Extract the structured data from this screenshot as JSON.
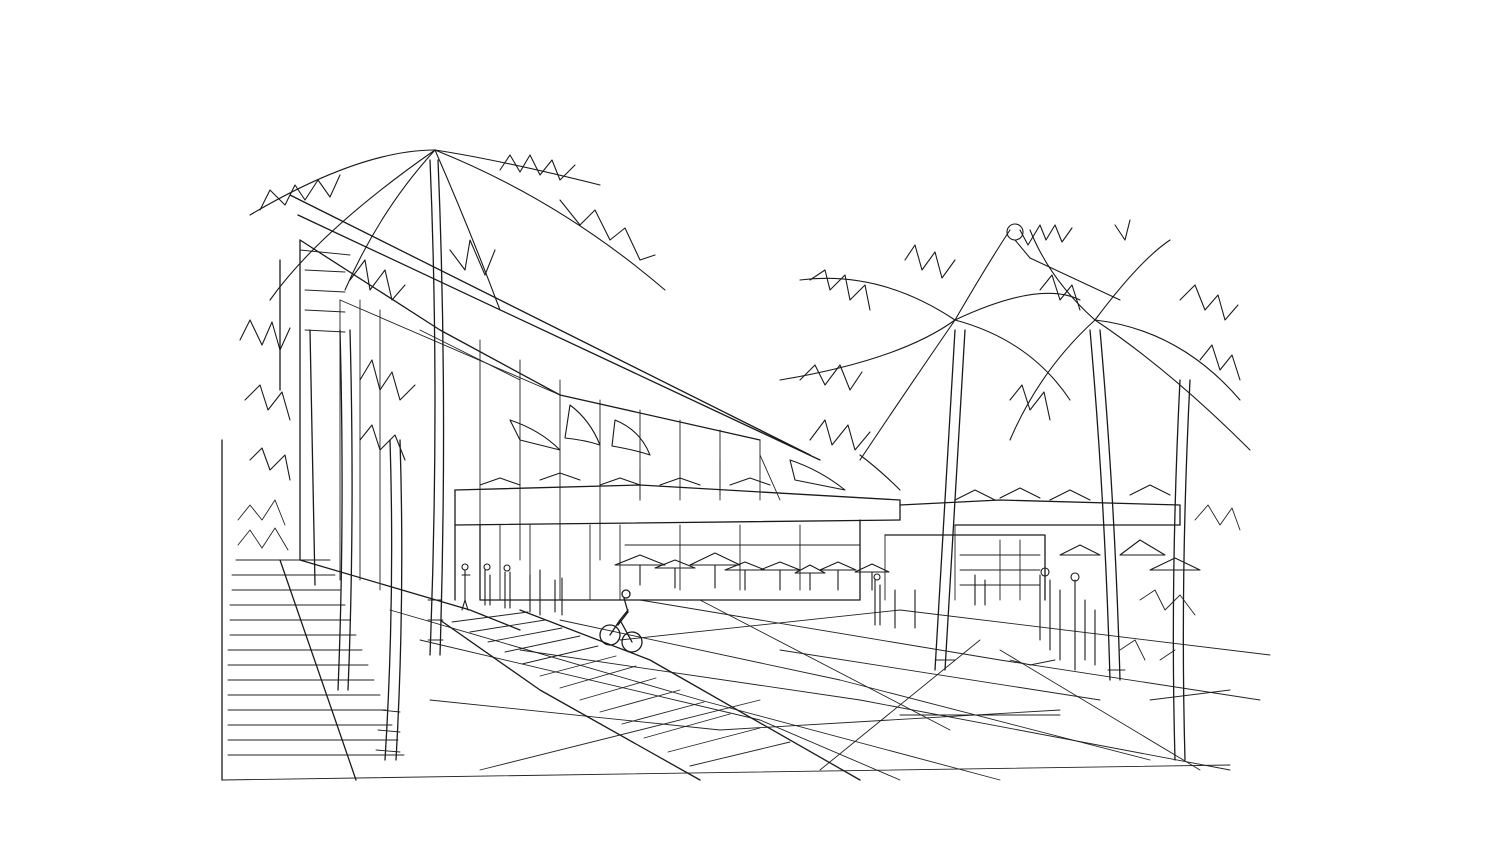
{
  "image": {
    "kind": "pen-and-ink architectural perspective sketch",
    "background_color": "#ffffff",
    "ink_color": "#1a1a1a"
  },
  "subjects": [
    "tropical-plaza",
    "glass-pavilion-building",
    "palm-trees",
    "cyclist",
    "pedestrians",
    "cafe-umbrellas"
  ]
}
